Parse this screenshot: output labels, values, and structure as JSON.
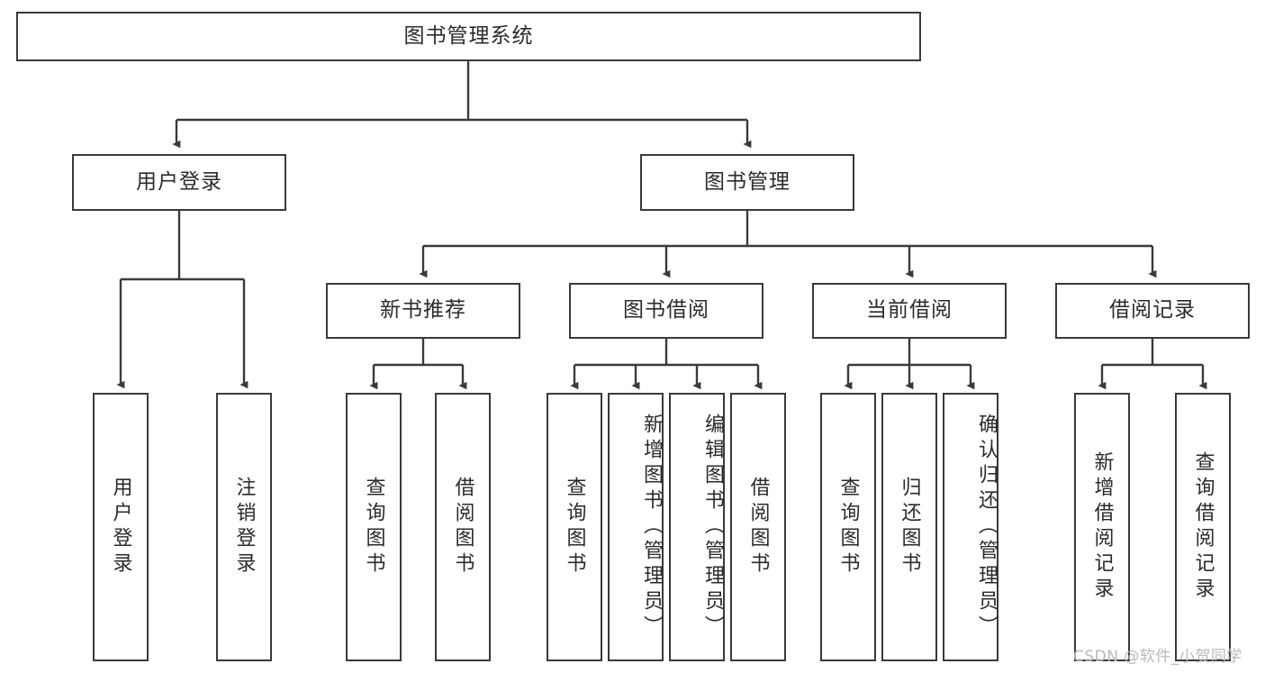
{
  "diagram": {
    "title_text": "图书管理系统",
    "type": "tree-hierarchy-diagram",
    "colors": {
      "box_border": "#3a3a3a",
      "box_fill": "#ffffff",
      "line": "#3a3a3a",
      "text": "#2b2b2b",
      "watermark": "#b9b9b9",
      "background": "#ffffff"
    },
    "root": {
      "label": "图书管理系统"
    },
    "level2": [
      {
        "label": "用户登录"
      },
      {
        "label": "图书管理"
      }
    ],
    "level3": [
      {
        "label": "新书推荐"
      },
      {
        "label": "图书借阅"
      },
      {
        "label": "当前借阅"
      },
      {
        "label": "借阅记录"
      }
    ],
    "leaves": {
      "user_login": [
        {
          "label": "用户登录"
        },
        {
          "label": "注销登录"
        }
      ],
      "new_book": [
        {
          "label": "查询图书"
        },
        {
          "label": "借阅图书"
        }
      ],
      "book_borrow": [
        {
          "label": "查询图书"
        },
        {
          "label": "新增图书（管理员）"
        },
        {
          "label": "编辑图书（管理员）"
        },
        {
          "label": "借阅图书"
        }
      ],
      "current_borrow": [
        {
          "label": "查询图书"
        },
        {
          "label": "归还图书"
        },
        {
          "label": "确认归还（管理员）"
        }
      ],
      "borrow_record": [
        {
          "label": "新增借阅记录"
        },
        {
          "label": "查询借阅记录"
        }
      ]
    }
  },
  "watermark": {
    "text": "CSDN @软件_小贺同学"
  }
}
